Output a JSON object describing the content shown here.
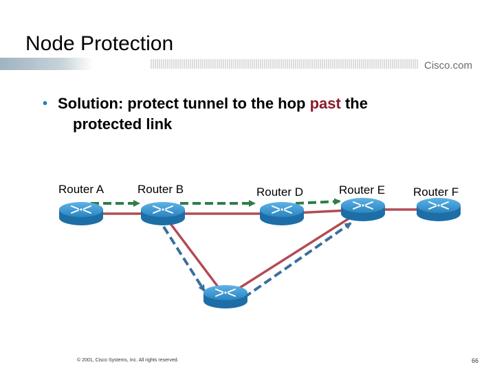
{
  "slide": {
    "title": "Node Protection",
    "brand": "Cisco.com",
    "bullet": {
      "before": "Solution: protect tunnel to the hop ",
      "emphasis": "past",
      "after": " the",
      "line2": "protected link"
    },
    "routers": {
      "a": "Router A",
      "b": "Router B",
      "d": "Router D",
      "e": "Router E",
      "f": "Router F"
    },
    "footer": "© 2001, Cisco Systems, Inc. All rights reserved.",
    "page_number": "66"
  },
  "colors": {
    "link": "#b24a55",
    "primary_tunnel": "#2e7d4a",
    "backup_tunnel": "#3a6e9e",
    "router_body": "#2f8fc9",
    "emphasis": "#8b1a2b"
  }
}
